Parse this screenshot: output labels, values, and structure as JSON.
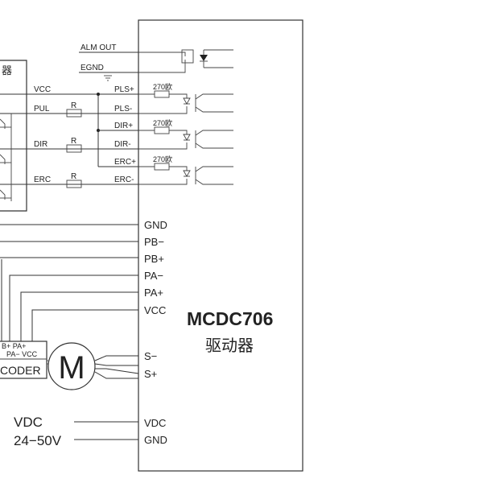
{
  "controller": {
    "title_partial": "器",
    "signals": {
      "vcc": "VCC",
      "pul": "PUL",
      "dir": "DIR",
      "erc": "ERC"
    },
    "resistor": "R"
  },
  "driver": {
    "model": "MCDC706",
    "subtitle": "驱动器",
    "alarm": {
      "alm_out": "ALM OUT",
      "egnd": "EGND"
    },
    "inputs": [
      "PLS+",
      "PLS-",
      "DIR+",
      "DIR-",
      "ERC+",
      "ERC-"
    ],
    "resistor_label": "270欧",
    "encoder_pins": [
      "GND",
      "PB−",
      "PB+",
      "PA−",
      "PA+",
      "VCC"
    ],
    "motor_pins": [
      "S−",
      "S+"
    ],
    "power_pins": [
      "VDC",
      "GND"
    ]
  },
  "encoder": {
    "label_partial": "CODER",
    "pins_row1": "B+ PA+",
    "pins_row2": "PA− VCC"
  },
  "motor": {
    "label": "M"
  },
  "power": {
    "line1": "VDC",
    "line2": "24−50V"
  }
}
